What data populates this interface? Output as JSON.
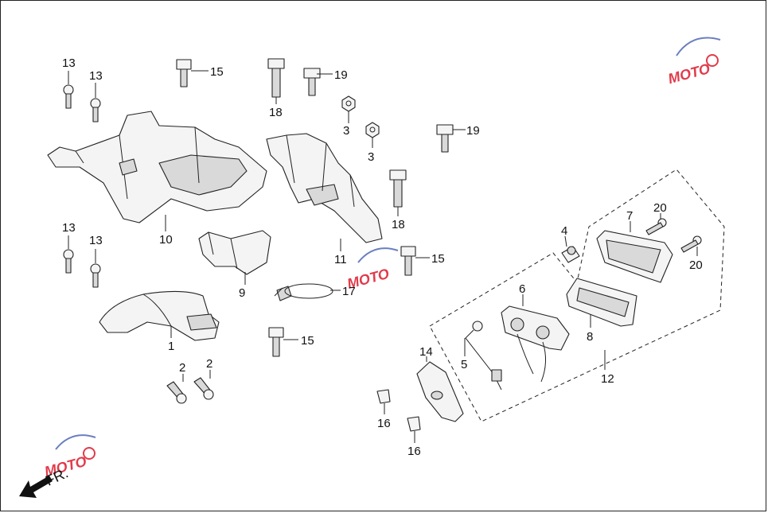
{
  "watermark": {
    "text": "MOTO",
    "color": "#e23a4a",
    "accent": "#6a7fc0"
  },
  "direction_label": "FR.",
  "callouts": [
    "1",
    "2",
    "2",
    "3",
    "3",
    "4",
    "5",
    "6",
    "7",
    "8",
    "9",
    "10",
    "11",
    "12",
    "13",
    "13",
    "13",
    "13",
    "14",
    "15",
    "15",
    "15",
    "16",
    "16",
    "17",
    "18",
    "18",
    "19",
    "19",
    "20",
    "20"
  ]
}
